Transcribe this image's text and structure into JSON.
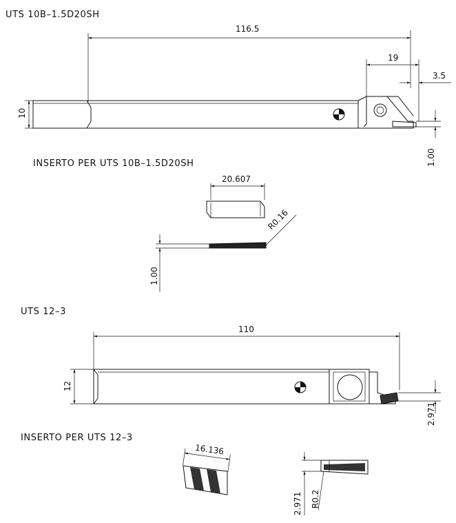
{
  "drawings": [
    {
      "title": "UTS 10B–1.5D20SH",
      "dims": {
        "length": "116.5",
        "height": "10",
        "head": "19",
        "width": "3.5",
        "depth": "1.00"
      }
    },
    {
      "title": "INSERTO PER UTS 10B–1.5D20SH",
      "dims": {
        "length": "20.607",
        "radius": "R0.16",
        "width": "1.00"
      }
    },
    {
      "title": "UTS 12–3",
      "dims": {
        "length": "110",
        "height": "12",
        "width": "2.971"
      }
    },
    {
      "title": "INSERTO PER UTS 12–3",
      "dims": {
        "length": "16.136",
        "width": "2.971",
        "radius": "R0.2"
      }
    }
  ]
}
